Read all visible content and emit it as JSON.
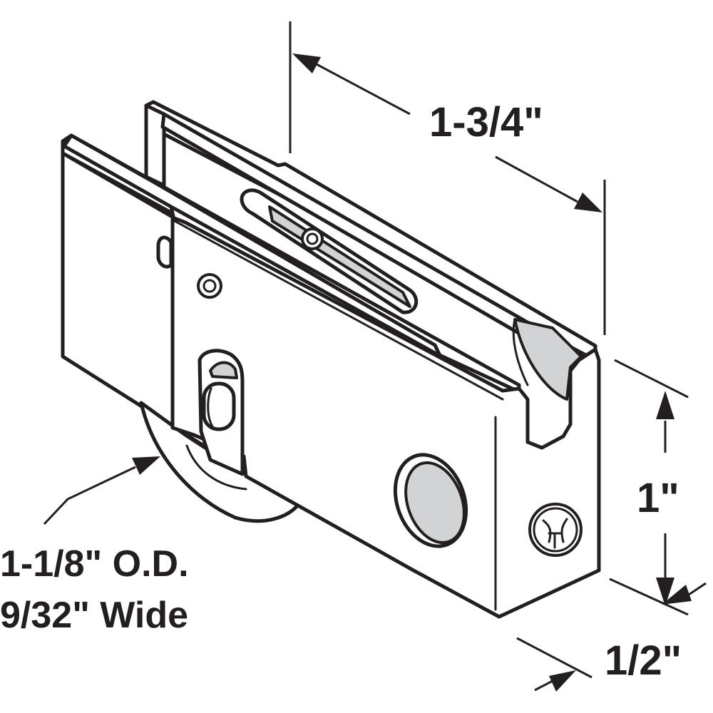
{
  "diagram": {
    "subject": "sliding door roller assembly",
    "dimensions": {
      "length": "1-3/4\"",
      "height": "1\"",
      "width": "1/2\""
    },
    "wheel_callout": {
      "line1": "1-1/8\" O.D.",
      "line2": "9/32\" Wide"
    }
  },
  "colors": {
    "ink": "#231f20",
    "shade": "#d2d3d5",
    "background": "#ffffff"
  }
}
